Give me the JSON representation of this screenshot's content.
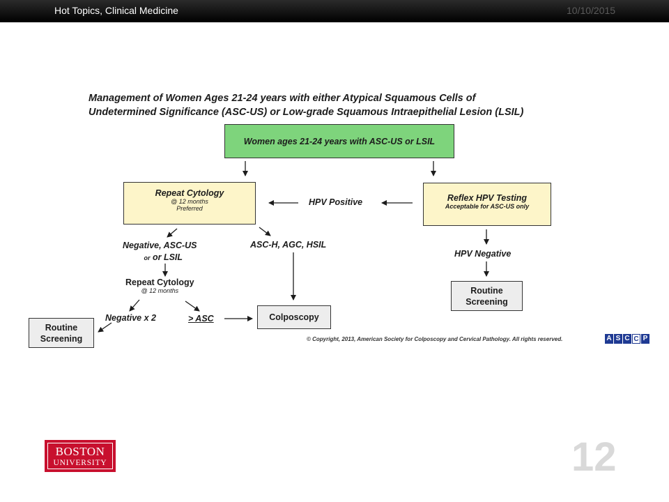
{
  "header": {
    "title": "Hot Topics, Clinical Medicine",
    "date": "10/10/2015"
  },
  "diagram": {
    "title_line1": "Management of Women Ages 21-24 years with either Atypical Squamous Cells of",
    "title_line2": "Undetermined Significance (ASC-US) or Low-grade Squamous Intraepithelial Lesion (LSIL)",
    "start_box": "Women ages 21-24 years with ASC-US or LSIL",
    "repeat_cytology_box": {
      "title": "Repeat Cytology",
      "line2": "@ 12 months",
      "line3": "Preferred"
    },
    "reflex_box": {
      "title": "Reflex HPV Testing",
      "line2": "Acceptable for ASC-US only"
    },
    "hpv_positive": "HPV Positive",
    "hpv_negative": "HPV Negative",
    "negative_asc_us_line1": "Negative, ASC-US",
    "negative_asc_us_line2": "or LSIL",
    "asc_h": "ASC-H, AGC, HSIL",
    "repeat_cytology2_title": "Repeat Cytology",
    "repeat_cytology2_sub": "@ 12 months",
    "negative_x2": "Negative x 2",
    "ge_asc": "> ASC",
    "colposcopy": "Colposcopy",
    "routine_left_line1": "Routine",
    "routine_left_line2": "Screening",
    "routine_right_line1": "Routine",
    "routine_right_line2": "Screening",
    "copyright": "© Copyright, 2013, American Society for Colposcopy and Cervical Pathology. All rights reserved.",
    "ascp_logo": [
      "A",
      "S",
      "C",
      "C",
      "P"
    ]
  },
  "footer": {
    "logo_line1": "BOSTON",
    "logo_line2": "UNIVERSITY",
    "slide_number": "12"
  }
}
